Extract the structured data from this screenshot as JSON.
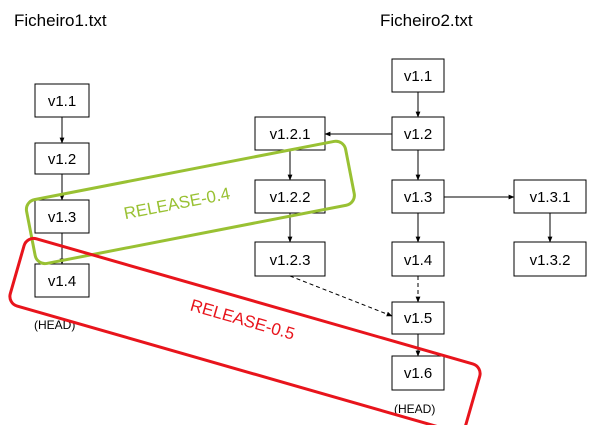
{
  "files": [
    {
      "name": "Ficheiro1.txt"
    },
    {
      "name": "Ficheiro2.txt"
    }
  ],
  "nodes": {
    "f1_v11": "v1.1",
    "f1_v12": "v1.2",
    "f1_v13": "v1.3",
    "f1_v14": "v1.4",
    "f2_v11": "v1.1",
    "f2_v12": "v1.2",
    "f2_v13": "v1.3",
    "f2_v14": "v1.4",
    "f2_v15": "v1.5",
    "f2_v16": "v1.6",
    "f2_v121": "v1.2.1",
    "f2_v122": "v1.2.2",
    "f2_v123": "v1.2.3",
    "f2_v131": "v1.3.1",
    "f2_v132": "v1.3.2"
  },
  "head_labels": {
    "file1": "(HEAD)",
    "file2": "(HEAD)"
  },
  "releases": [
    {
      "label": "RELEASE-0.4",
      "color": "#99c133"
    },
    {
      "label": "RELEASE-0.5",
      "color": "#e8141c"
    }
  ]
}
